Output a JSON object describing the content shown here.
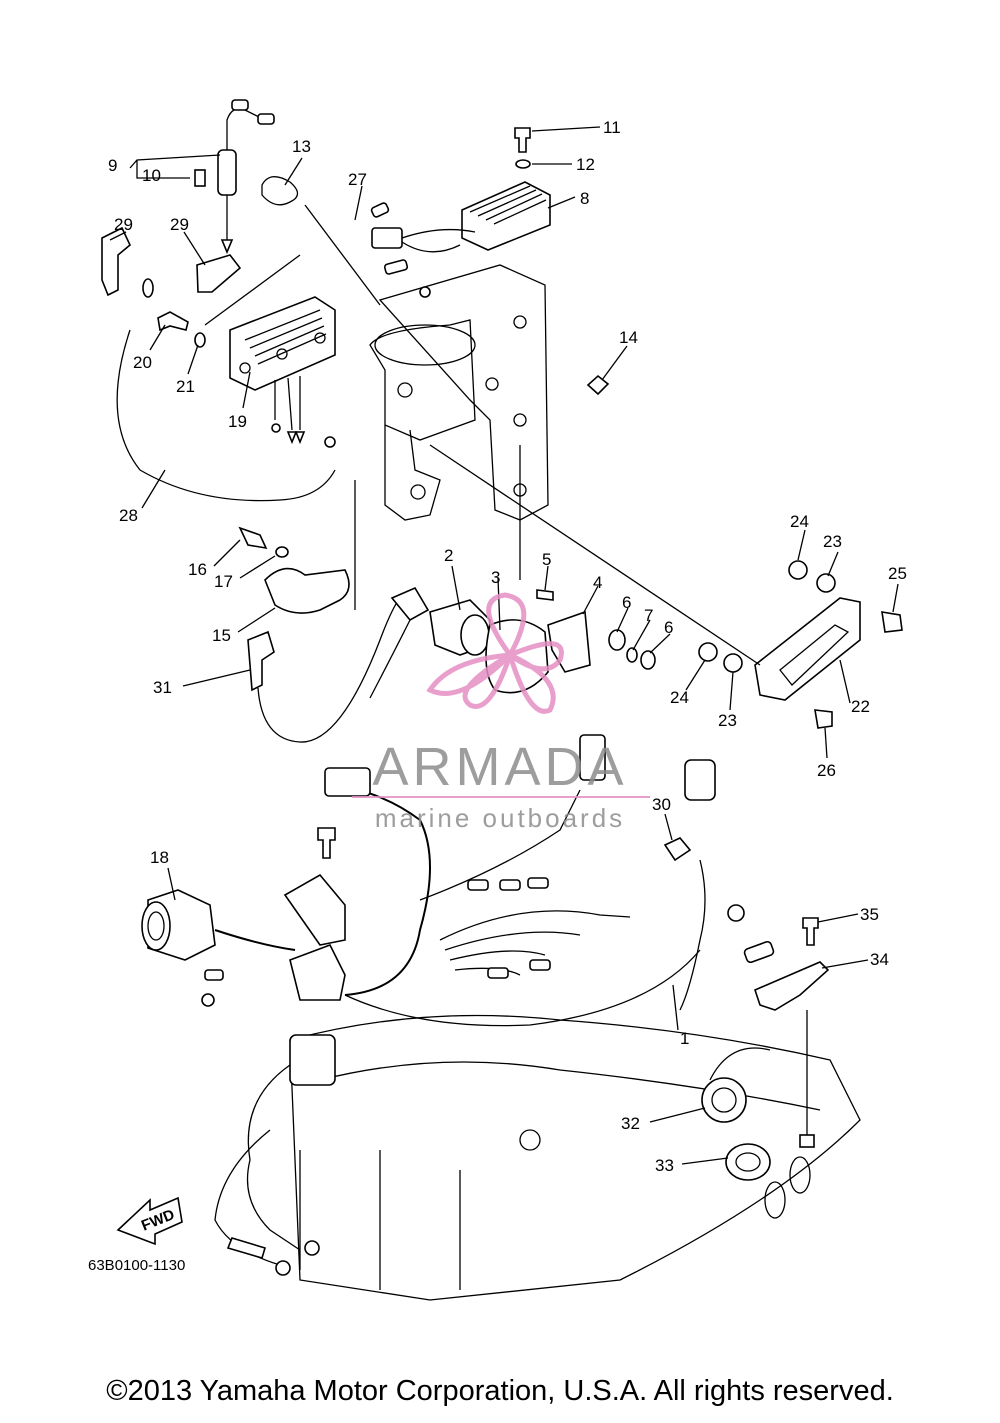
{
  "diagram_code": "63B0100-1130",
  "copyright": "©2013 Yamaha Motor Corporation, U.S.A. All rights reserved.",
  "watermark": {
    "brand": "ARMADA",
    "tagline": "marine outboards",
    "accent": "#e58fc4"
  },
  "fwd_label": "FWD",
  "callouts": [
    "1",
    "2",
    "3",
    "4",
    "5",
    "6",
    "6",
    "7",
    "8",
    "9",
    "10",
    "11",
    "12",
    "13",
    "14",
    "15",
    "16",
    "17",
    "18",
    "19",
    "20",
    "21",
    "22",
    "23",
    "23",
    "24",
    "24",
    "25",
    "26",
    "27",
    "28",
    "29",
    "29",
    "30",
    "31",
    "32",
    "33",
    "34",
    "35"
  ]
}
